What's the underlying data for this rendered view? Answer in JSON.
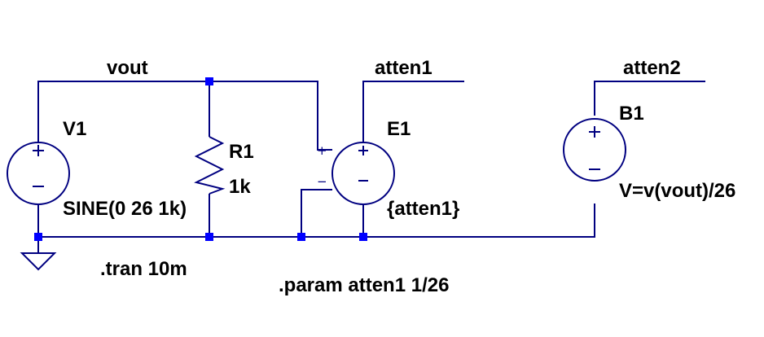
{
  "colors": {
    "wire": "#000080",
    "junction": "#0000ff",
    "text": "#000000",
    "background": "#ffffff"
  },
  "nets": {
    "vout": "vout",
    "atten1": "atten1",
    "atten2": "atten2"
  },
  "v1": {
    "name": "V1",
    "value": "SINE(0 26 1k)",
    "icon": "voltage-source-icon"
  },
  "r1": {
    "name": "R1",
    "value": "1k",
    "icon": "resistor-icon"
  },
  "e1": {
    "name": "E1",
    "value": "{atten1}",
    "icon": "controlled-voltage-source-icon",
    "plus": "+",
    "minus": "−",
    "in_plus": "+",
    "in_minus": "−"
  },
  "b1": {
    "name": "B1",
    "value": "V=v(vout)/26",
    "icon": "behavioral-source-icon"
  },
  "ground": {
    "icon": "ground-icon"
  },
  "directives": {
    "tran": ".tran 10m",
    "param": ".param atten1 1/26"
  }
}
